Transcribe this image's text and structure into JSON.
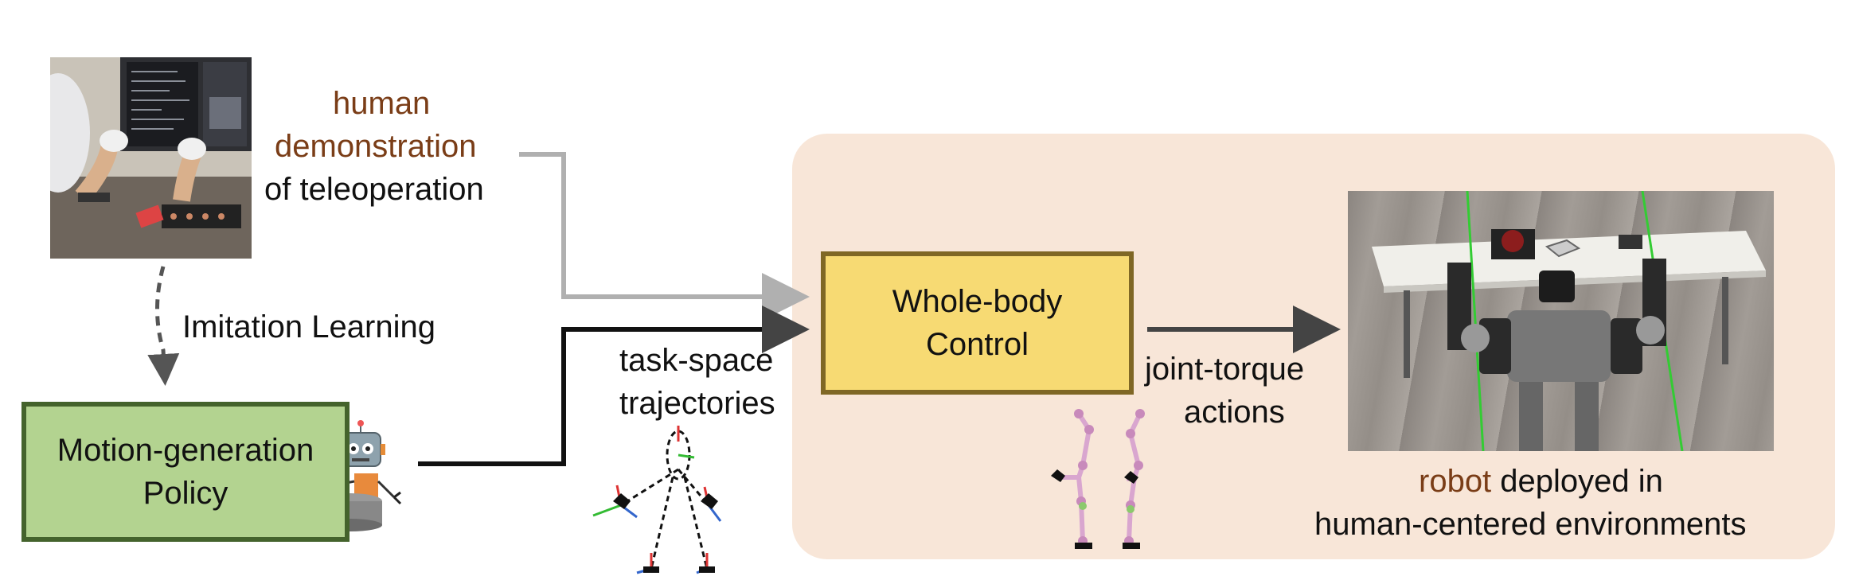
{
  "labels": {
    "human_word": "human",
    "demonstration_word": "demonstration",
    "of_teleoperation": "of teleoperation",
    "imitation_learning": "Imitation Learning",
    "policy_line1": "Motion-generation",
    "policy_line2": "Policy",
    "task_space_line1": "task-space",
    "task_space_line2": "trajectories",
    "wbc_line1": "Whole-body",
    "wbc_line2": "Control",
    "joint_torque_line1": "joint-torque",
    "joint_torque_line2": "actions",
    "robot_word": "robot",
    "deployed_in": " deployed in",
    "environments_line": "human-centered environments"
  },
  "colors": {
    "highlight_brown": "#7a3d17",
    "panel_background": "#f8e6d8",
    "policy_box_fill": "#b3d390",
    "policy_box_border": "#44632c",
    "control_box_fill": "#f7da73",
    "control_box_border": "#7f6725",
    "demo_arrow": "#b0b0b0",
    "policy_arrow": "#444444"
  },
  "icons": [
    "teleoperation-photo",
    "robot-emoji-icon",
    "robot-holding-pot-icon",
    "stick-figure-trajectory-icon",
    "leg-skeleton-icon",
    "robot-simulation-image"
  ]
}
